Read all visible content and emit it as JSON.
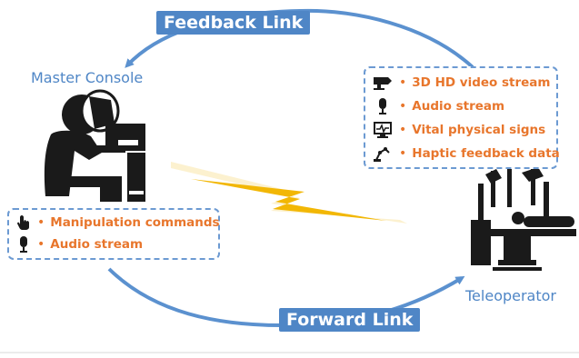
{
  "links": {
    "feedback": "Feedback Link",
    "forward": "Forward Link"
  },
  "nodes": {
    "master": "Master Console",
    "teleoperator": "Teleoperator"
  },
  "forward_box": {
    "items": [
      {
        "icon": "hand-pointer-icon",
        "label": "Manipulation commands"
      },
      {
        "icon": "microphone-icon",
        "label": "Audio stream"
      }
    ]
  },
  "feedback_box": {
    "items": [
      {
        "icon": "video-camera-icon",
        "label": "3D HD video stream"
      },
      {
        "icon": "microphone-icon",
        "label": "Audio stream"
      },
      {
        "icon": "vital-monitor-icon",
        "label": "Vital physical signs"
      },
      {
        "icon": "robot-arm-icon",
        "label": "Haptic feedback data"
      }
    ]
  },
  "colors": {
    "accent": "#4f86c6",
    "bullet_text": "#e8762c",
    "lightning": "#f2b705"
  }
}
